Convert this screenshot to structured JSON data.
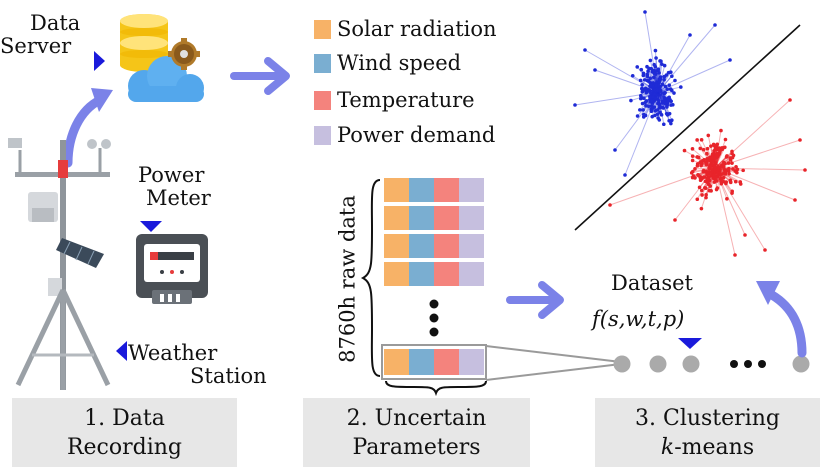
{
  "labels": {
    "data_server_line1": "Data",
    "data_server_line2": "Server",
    "power_meter_line1": "Power",
    "power_meter_line2": "Meter",
    "weather_line1": "Weather",
    "weather_line2": "Station",
    "raw_data": "8760h raw data",
    "dataset": "Dataset",
    "dataset_func": "f(s,w,t,p)"
  },
  "legend": [
    {
      "label": "Solar radiation",
      "color": "#f7b267"
    },
    {
      "label": "Wind speed",
      "color": "#7aaed1"
    },
    {
      "label": "Temperature",
      "color": "#f4837d"
    },
    {
      "label": "Power demand",
      "color": "#c6bfdf"
    }
  ],
  "captions": {
    "c1_line1": "1. Data",
    "c1_line2": "Recording",
    "c2_line1": "2. Uncertain",
    "c2_line2": "Parameters",
    "c3_line1": "3. Clustering",
    "c3_line2_italic": "k",
    "c3_line2_rest": "-means"
  },
  "colors": {
    "arrow": "#7b82e8",
    "marker": "#1a1adb",
    "cluster_blue": "#1f2bd6",
    "cluster_red": "#e8242a",
    "caption_bg": "#e7e7e7",
    "dot_gray": "#aaaaaa"
  }
}
